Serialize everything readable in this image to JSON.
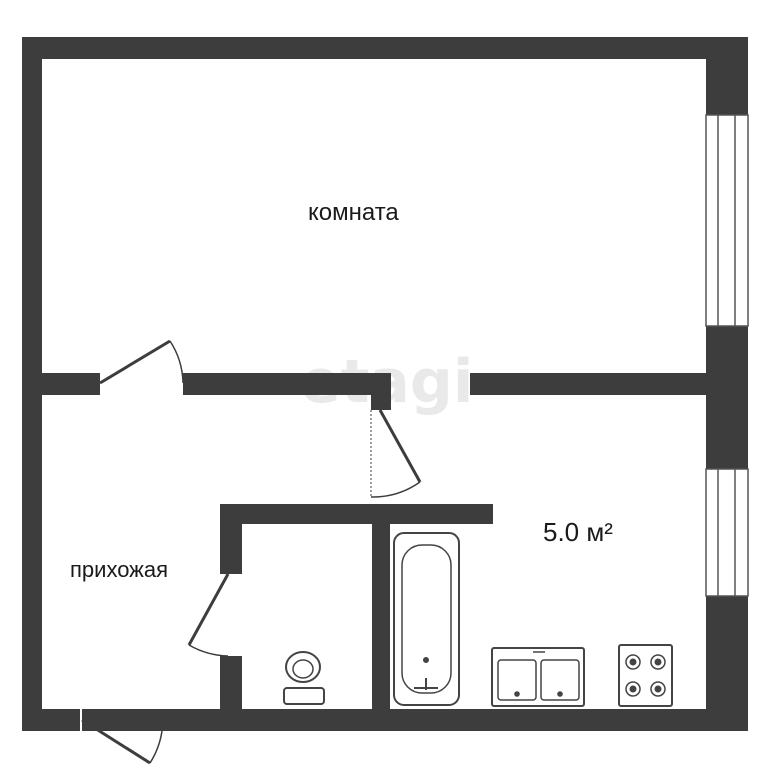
{
  "watermark": "etagi",
  "rooms": {
    "living_room": "комната",
    "hallway": "прихожая",
    "kitchen_area": "5.0 м²"
  },
  "colors": {
    "wall": "#3d3d3d",
    "fixture_stroke": "#444444",
    "background": "#ffffff",
    "watermark": "#e9e9e9"
  },
  "icons": [
    "bathtub-icon",
    "toilet-icon",
    "double-sink-icon",
    "stove-icon",
    "window-icon",
    "door-swing-icon"
  ]
}
